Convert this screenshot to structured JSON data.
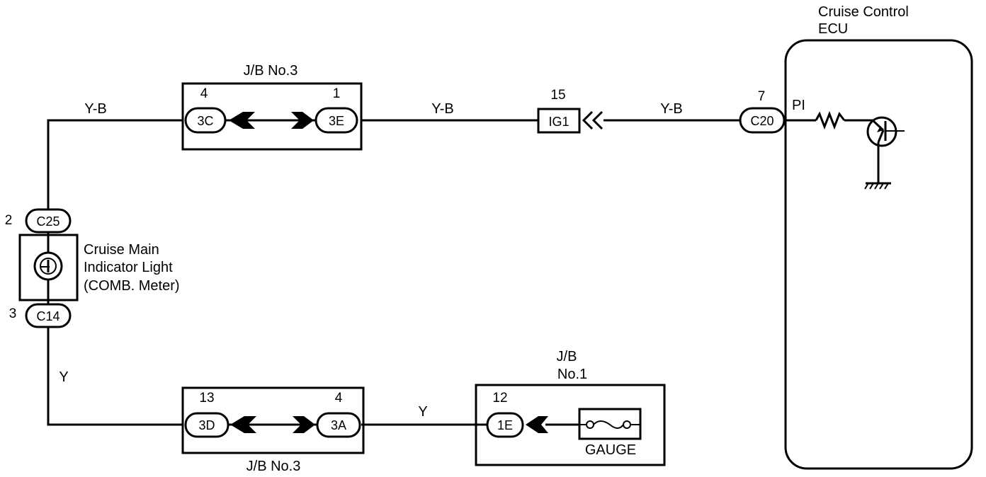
{
  "ecu": {
    "title_line1": "Cruise Control",
    "title_line2": "ECU",
    "terminal_name": "PI",
    "pin": "7",
    "connector": "C20"
  },
  "top_wires": {
    "left_color": "Y-B",
    "middle_color": "Y-B",
    "right_color": "Y-B"
  },
  "jb3_top": {
    "label": "J/B No.3",
    "left_pin": "4",
    "left_connector": "3C",
    "right_pin": "1",
    "right_connector": "3E"
  },
  "ig1": {
    "pin": "15",
    "label": "IG1"
  },
  "indicator": {
    "label_line1": "Cruise Main",
    "label_line2": "Indicator Light",
    "label_line3": "(COMB. Meter)",
    "top_pin": "2",
    "top_connector": "C25",
    "bottom_pin": "3",
    "bottom_connector": "C14"
  },
  "bottom_wires": {
    "left_color": "Y",
    "middle_color": "Y"
  },
  "jb3_bottom": {
    "label": "J/B No.3",
    "left_pin": "13",
    "left_connector": "3D",
    "right_pin": "4",
    "right_connector": "3A"
  },
  "jb1": {
    "label_line1": "J/B",
    "label_line2": "No.1",
    "pin": "12",
    "connector": "1E",
    "fuse_label": "GAUGE"
  }
}
